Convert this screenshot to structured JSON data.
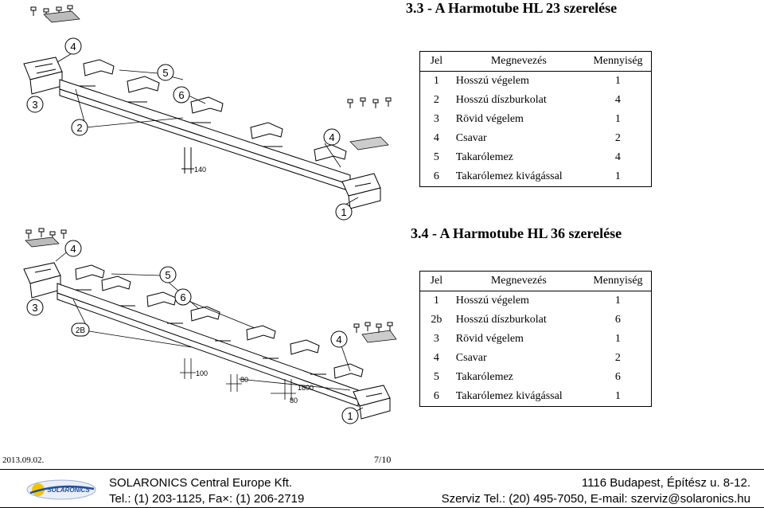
{
  "section1": {
    "title": "3.3 - A Harmotube HL 23 szerelése",
    "headers": {
      "jel": "Jel",
      "megnevezes": "Megnevezés",
      "mennyiseg": "Mennyiség"
    },
    "rows": [
      {
        "jel": "1",
        "name": "Hosszú végelem",
        "qty": "1"
      },
      {
        "jel": "2",
        "name": "Hosszú díszburkolat",
        "qty": "4"
      },
      {
        "jel": "3",
        "name": "Rövid végelem",
        "qty": "1"
      },
      {
        "jel": "4",
        "name": "Csavar",
        "qty": "2"
      },
      {
        "jel": "5",
        "name": "Takarólemez",
        "qty": "4"
      },
      {
        "jel": "6",
        "name": "Takarólemez kivágással",
        "qty": "1"
      }
    ],
    "drawing": {
      "callouts": [
        "4",
        "5",
        "3",
        "6",
        "2",
        "4",
        "1"
      ],
      "dimension": "140"
    }
  },
  "section2": {
    "title": "3.4 - A Harmotube HL 36 szerelése",
    "headers": {
      "jel": "Jel",
      "megnevezes": "Megnevezés",
      "mennyiseg": "Mennyiség"
    },
    "rows": [
      {
        "jel": "1",
        "name": "Hosszú végelem",
        "qty": "1"
      },
      {
        "jel": "2b",
        "name": "Hosszú díszburkolat",
        "qty": "6"
      },
      {
        "jel": "3",
        "name": "Rövid végelem",
        "qty": "1"
      },
      {
        "jel": "4",
        "name": "Csavar",
        "qty": "2"
      },
      {
        "jel": "5",
        "name": "Takarólemez",
        "qty": "6"
      },
      {
        "jel": "6",
        "name": "Takarólemez kivágással",
        "qty": "1"
      }
    ],
    "drawing": {
      "callouts": [
        "4",
        "5",
        "6",
        "3",
        "2B",
        "4",
        "1"
      ],
      "dimensions": [
        "100",
        "80",
        "1800",
        "80"
      ]
    }
  },
  "footer": {
    "date": "2013.09.02.",
    "page": "7/10",
    "logo_text": "SOLARONICS",
    "company": "SOLARONICS Central Europe Kft.",
    "address": "1116 Budapest, Építész u. 8-12.",
    "phone": "Tel.: (1) 203-1125, Fa×: (1) 206-2719",
    "service": "Szerviz Tel.: (20) 495-7050, E-mail: szerviz@solaronics.hu"
  },
  "colors": {
    "logo_blue": "#1f4fa0",
    "logo_yellow": "#f2c500"
  }
}
